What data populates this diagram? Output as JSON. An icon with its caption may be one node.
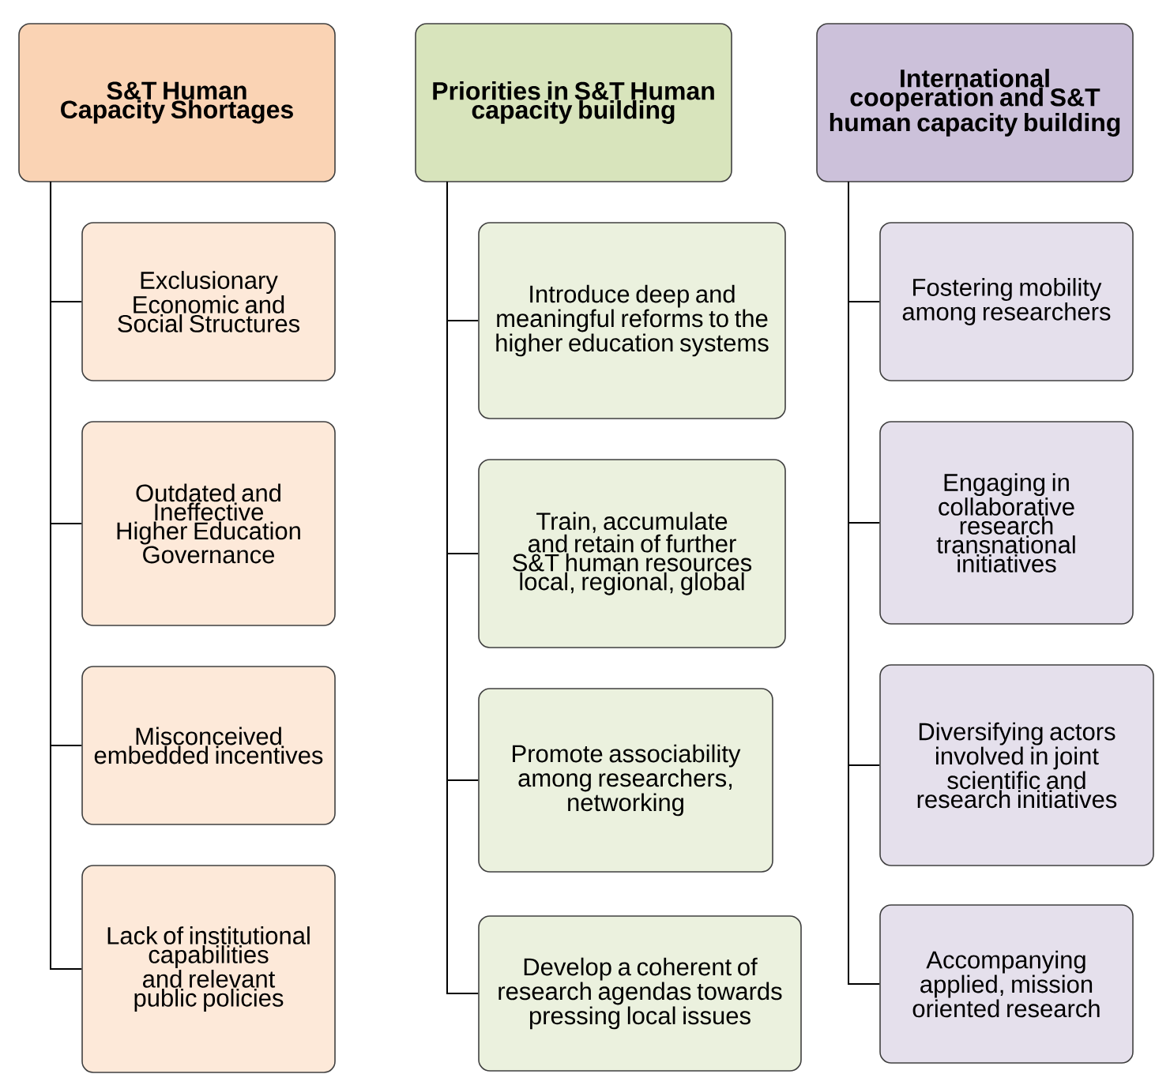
{
  "diagram": {
    "nodes": [
      {
        "text": [
          "S&T Human Capacity Shortages"
        ]
      },
      {
        "text": [
          "Exclusionary Economic and Social Structures"
        ]
      },
      {
        "text": [
          "Outdated and Ineffective Higher Education Governance"
        ]
      },
      {
        "text": [
          "Misconceived embedded incentives"
        ]
      },
      {
        "text": [
          "Lack of institutional capabilities and relevant public policies"
        ]
      },
      {
        "text": [
          "Priorities in S&T Human capacity building"
        ]
      },
      {
        "text": [
          "Introduce deep and meaningful reforms to the higher education systems"
        ]
      },
      {
        "text": [
          "Train, accumulate and retain of further S&T human resources local, regional, global"
        ]
      },
      {
        "text": [
          "Promote associability among researchers, networking"
        ]
      },
      {
        "text": [
          "Develop a coherent of research agendas towards pressing local issues"
        ]
      },
      {
        "text": [
          "International cooperation and S&T human capacity building"
        ]
      },
      {
        "text": [
          "Fostering mobility among researchers"
        ]
      },
      {
        "text": [
          "Engaging in collaborative research transnational initiatives"
        ]
      },
      {
        "text": [
          "Diversifying actors involved in joint scientific and research initiatives"
        ]
      },
      {
        "text": [
          "Accompanying applied, mission oriented research"
        ]
      }
    ],
    "edges": [
      {
        "from": 0,
        "to": 1,
        "arrow": "none"
      },
      {
        "from": 0,
        "to": 2,
        "arrow": "none"
      },
      {
        "from": 0,
        "to": 3,
        "arrow": "none"
      },
      {
        "from": 0,
        "to": 4,
        "arrow": "none"
      },
      {
        "from": 5,
        "to": 6,
        "arrow": "none"
      },
      {
        "from": 5,
        "to": 7,
        "arrow": "none"
      },
      {
        "from": 5,
        "to": 8,
        "arrow": "none"
      },
      {
        "from": 5,
        "to": 9,
        "arrow": "none"
      },
      {
        "from": 10,
        "to": 11,
        "arrow": "none"
      },
      {
        "from": 10,
        "to": 12,
        "arrow": "none"
      },
      {
        "from": 10,
        "to": 13,
        "arrow": "none"
      },
      {
        "from": 10,
        "to": 14,
        "arrow": "none"
      }
    ]
  }
}
